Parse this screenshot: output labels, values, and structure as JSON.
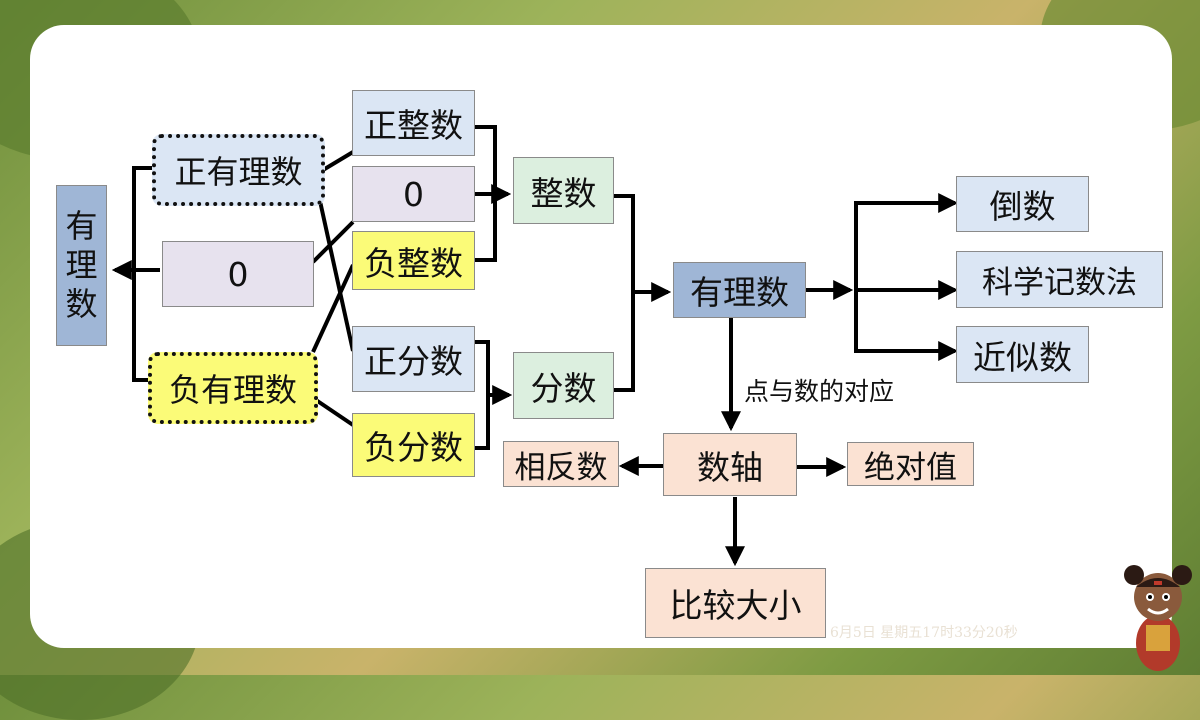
{
  "diagram": {
    "root": "有理数",
    "zero": "0",
    "positive_rational": "正有理数",
    "negative_rational": "负有理数",
    "positive_integer": "正整数",
    "zero_middle": "0",
    "negative_integer": "负整数",
    "positive_fraction": "正分数",
    "negative_fraction": "负分数",
    "integers": "整数",
    "fractions": "分数",
    "rational_center": "有理数",
    "reciprocal": "倒数",
    "scientific_notation": "科学记数法",
    "approximate": "近似数",
    "point_number_label": "点与数的对应",
    "number_line": "数轴",
    "opposite_numbers": "相反数",
    "absolute_value": "绝对值",
    "compare": "比较大小"
  },
  "timestamp": "6月5日 星期五17时33分20秒",
  "colors": {
    "blue_fill": "#dbe6f4",
    "yellow_fill": "#fbfb78",
    "lavender_fill": "#e7e2ee",
    "green_fill": "#dcefdf",
    "peach_fill": "#fbe2d3",
    "steel_fill": "#9fb6d6"
  }
}
